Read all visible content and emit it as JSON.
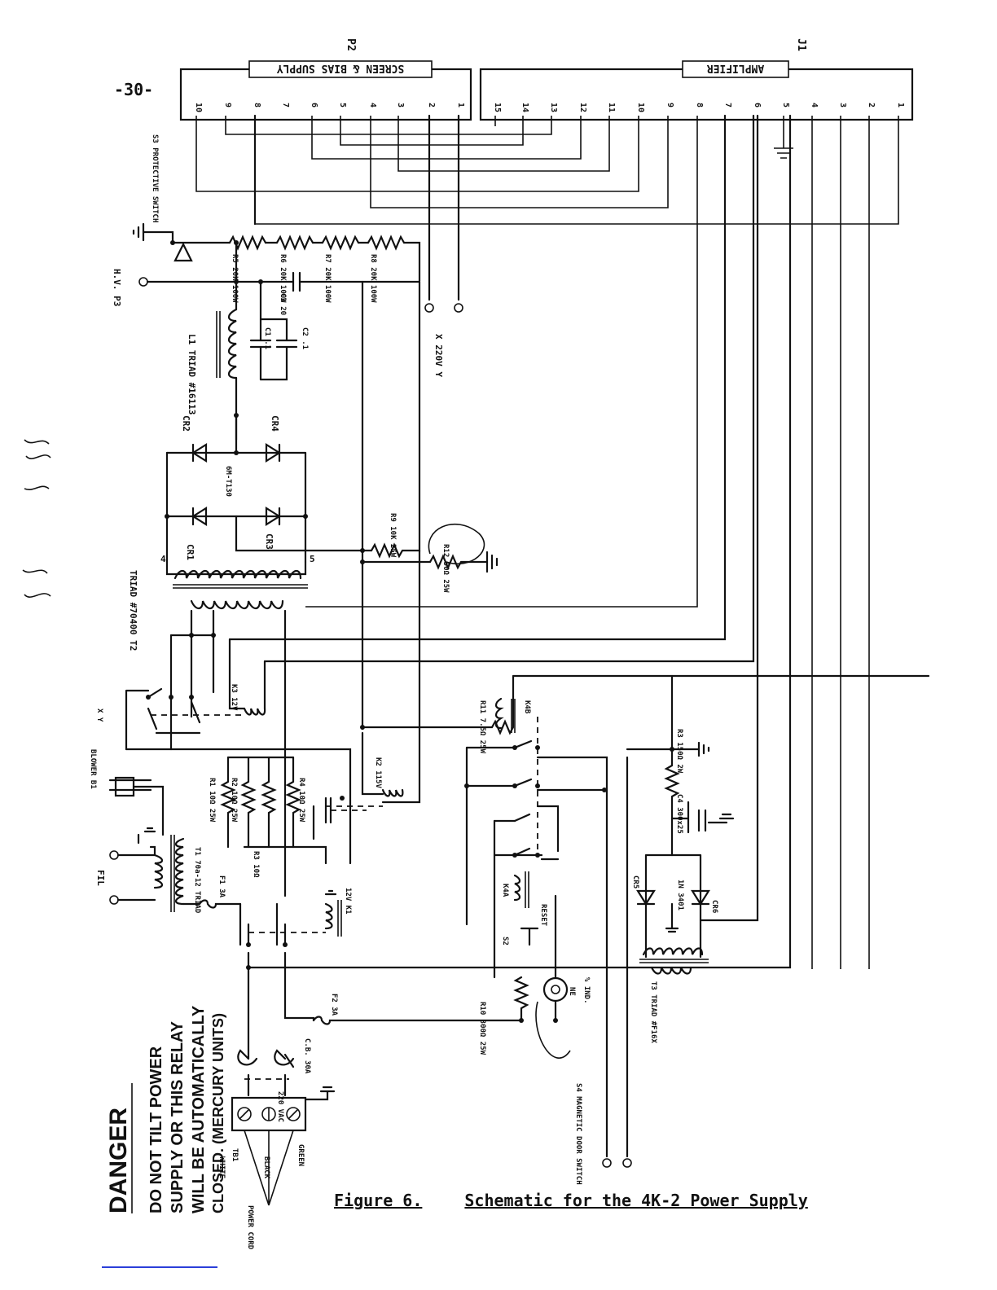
{
  "page": {
    "number": "-30-"
  },
  "caption": {
    "figure": "Figure 6.",
    "title": "Schematic for the 4K-2 Power Supply"
  },
  "connectors": {
    "p2": {
      "name": "P2",
      "label": "SCREEN & BIAS SUPPLY",
      "pins": [
        "10",
        "9",
        "8",
        "7",
        "6",
        "5",
        "4",
        "3",
        "2",
        "1"
      ]
    },
    "j1": {
      "name": "J1",
      "label": "AMPLIFIER",
      "pins": [
        "15",
        "14",
        "13",
        "12",
        "11",
        "10",
        "9",
        "8",
        "7",
        "6",
        "5",
        "4",
        "3",
        "2",
        "1"
      ]
    }
  },
  "components": {
    "s3": "S3 PROTECTIVE SWITCH",
    "hv": "H.V. P3",
    "r5": "R5 20K 100W",
    "r6": "R6 20K 100W",
    "r7": "R7 20K 100W",
    "r8": "R8 20K 100W",
    "c3": "C3 20",
    "xy": "X 220V Y",
    "l1": "L1 TRIAD #16113",
    "c1": "C1 .1",
    "c2": "C2 .1",
    "cr2": "CR2",
    "cr4": "CR4",
    "cr1": "CR1",
    "cr3": "CR3",
    "bridge": "6M-T130",
    "r9": "R9 10K 25W",
    "r12": "R12 50Ω 25W",
    "t2": "TRIAD #70400 T2",
    "k3": "K3 12V",
    "r11": "R11 7.5Ω 25W",
    "k4b": "K4B",
    "k2": "K2 115V",
    "r3": "R3 150Ω 2W",
    "c4": "C4 300x25",
    "cr5": "CR5",
    "cr6": "CR6",
    "in3401": "1N 3401",
    "t3": "T3 TRIAD #F16X",
    "blower": "BLOWER B1",
    "fil": "FIL",
    "t1": "T1 70a-12 TRIAD",
    "r1": "R1 10Ω 25W",
    "r2": "R2 10Ω 25W",
    "r3b": "R3 10Ω",
    "r4": "R4 10Ω 25W",
    "f1": "F1 3A",
    "k1": "12V K1",
    "s2": "S2",
    "k4a": "K4A",
    "reset": "RESET",
    "r10": "R10 800Ω 25W",
    "ne": "NE",
    "ind": "% IND.",
    "f2": "F2 3A",
    "cb": "C.B. 30A",
    "vac": "220 VAC",
    "tb1": "TB1",
    "s4": "S4 MAGNETIC DOOR SWITCH",
    "power_cord": "POWER CORD",
    "white": "WHITE",
    "black": "BLACK",
    "green": "GREEN"
  },
  "danger": {
    "title": "DANGER",
    "line1": "DO NOT TILT POWER",
    "line2": "SUPPLY OR THIS RELAY",
    "line3": "WILL BE AUTOMATICALLY",
    "line4": "CLOSED. (MERCURY UNITS)"
  }
}
